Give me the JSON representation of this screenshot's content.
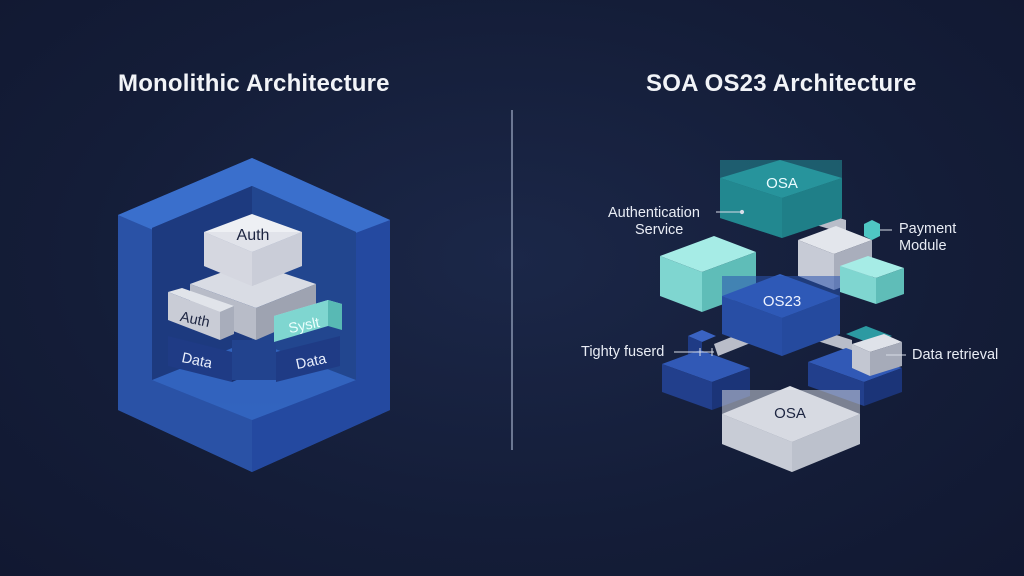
{
  "titles": {
    "left": "Monolithic Architecture",
    "right": "SOA OS23 Architecture"
  },
  "monolith": {
    "top_block": "Auth",
    "left_block": "Auth",
    "right_block": "Syslt",
    "data_left": "Data",
    "data_right": "Data"
  },
  "soa": {
    "block_top": "OSA",
    "block_center": "OS23",
    "block_bottom": "OSA",
    "annotations": {
      "auth_line1": "Authentication",
      "auth_line2": "Service",
      "payment_line1": "Payment",
      "payment_line2": "Module",
      "tightly": "Tighty fuserd",
      "retrieval": "Data retrieval"
    }
  },
  "colors": {
    "background": "#141d38",
    "monolith_blue": "#2f5db4",
    "teal": "#2b8f97",
    "mint": "#7fd6d0",
    "silver": "#c7cbd6",
    "divider": "#9aa6c0"
  }
}
